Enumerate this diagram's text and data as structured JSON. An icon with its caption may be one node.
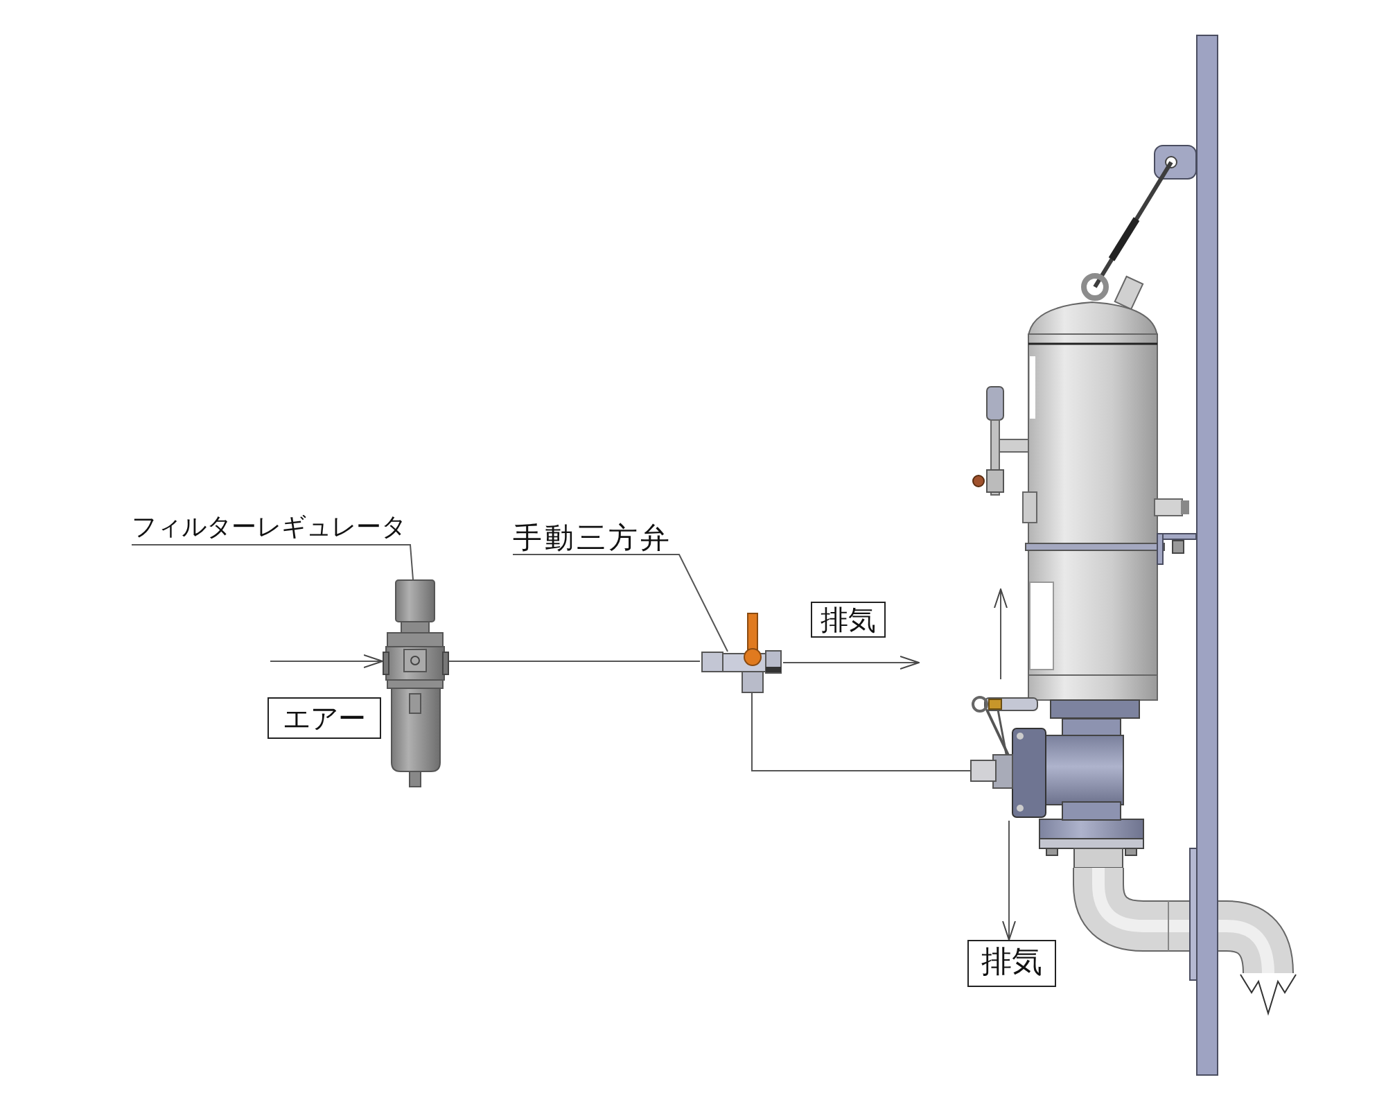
{
  "diagram": {
    "nodes": [
      {
        "text": [
          "フィルターレギュレータ"
        ]
      },
      {
        "text": [],
        "shape": "picture"
      },
      {
        "text": [
          "手動三方弁"
        ]
      },
      {
        "text": [],
        "shape": "picture"
      },
      {
        "text": [
          "排気"
        ]
      },
      {
        "text": [
          "エアー"
        ]
      },
      {
        "text": [],
        "shape": "picture"
      },
      {
        "text": [
          "排気"
        ]
      }
    ],
    "edges": [
      {
        "from": 0,
        "to": 1,
        "arrow": "none"
      },
      {
        "from": 2,
        "to": 3,
        "arrow": "none"
      },
      {
        "from": null,
        "to": 1,
        "arrow": "to"
      },
      {
        "from": 1,
        "to": 3,
        "arrow": "none"
      },
      {
        "from": 3,
        "to": null,
        "arrow": "to"
      },
      {
        "from": 3,
        "to": 6,
        "arrow": "none"
      },
      {
        "from": 6,
        "to": 7,
        "arrow": "to"
      }
    ]
  }
}
